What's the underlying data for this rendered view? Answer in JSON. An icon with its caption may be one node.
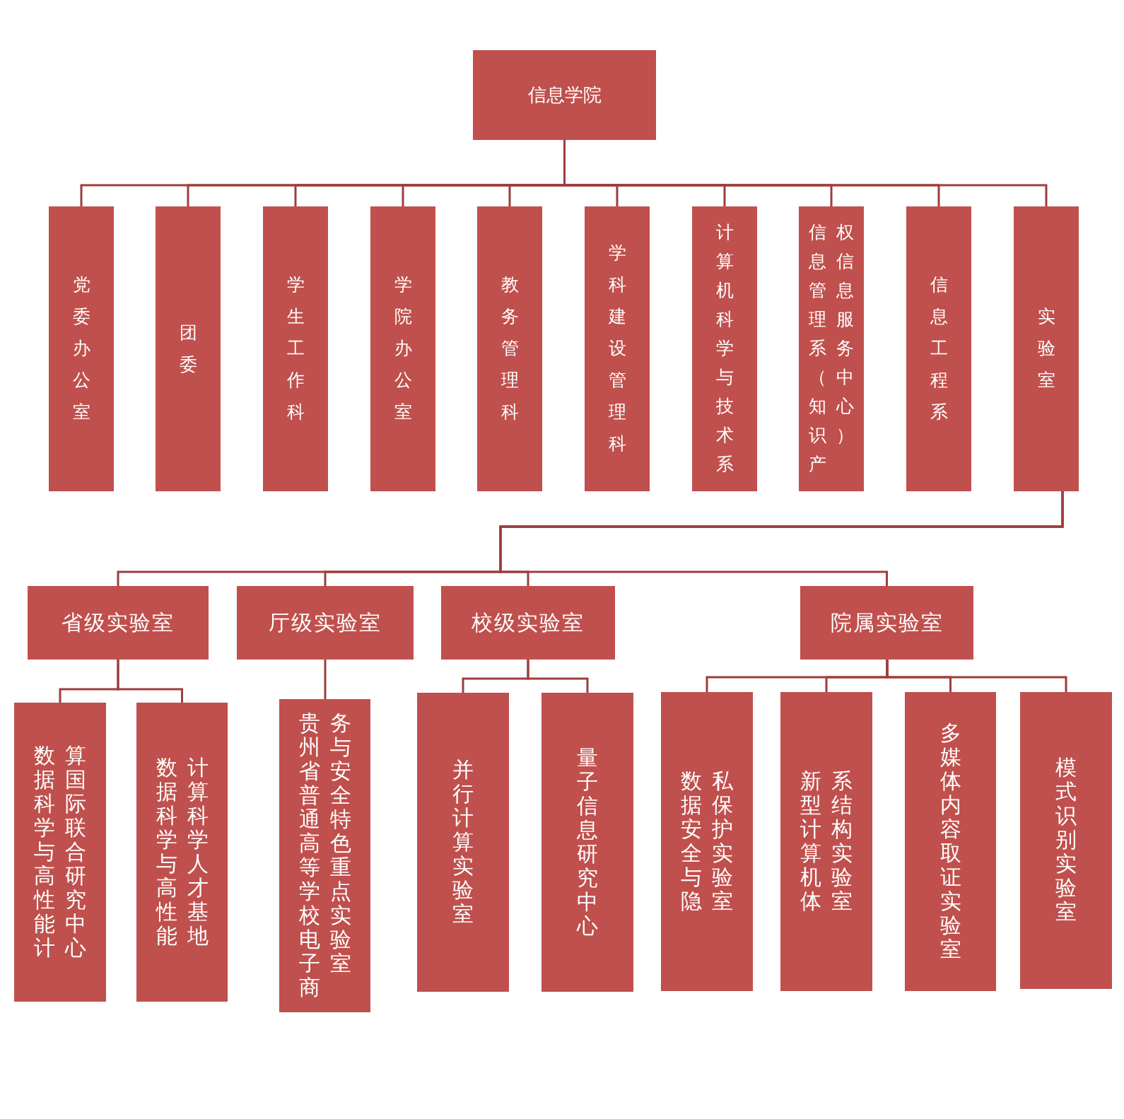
{
  "diagram": {
    "nodes": [
      {
        "text": [
          "信息学院"
        ]
      },
      {
        "text": [
          "党委办公室"
        ]
      },
      {
        "text": [
          "团委"
        ]
      },
      {
        "text": [
          "学生工作科"
        ]
      },
      {
        "text": [
          "学院办公室"
        ]
      },
      {
        "text": [
          "教务管理科"
        ]
      },
      {
        "text": [
          "学科建设管理科"
        ]
      },
      {
        "text": [
          "计算机科学与技术系"
        ]
      },
      {
        "text": [
          "信息管理系（知识产权信息服务中心）"
        ]
      },
      {
        "text": [
          "信息工程系"
        ]
      },
      {
        "text": [
          "实验室"
        ]
      },
      {
        "text": [
          "省级实验室"
        ]
      },
      {
        "text": [
          "厅级实验室"
        ]
      },
      {
        "text": [
          "校级实验室"
        ]
      },
      {
        "text": [
          "院属实验室"
        ]
      },
      {
        "text": [
          "数据科学与高性能计算国际联合研究中心"
        ]
      },
      {
        "text": [
          "数据科学与高性能计算科学人才基地"
        ]
      },
      {
        "text": [
          "贵州省普通高等学校电子商务与安全特色重点实验室"
        ]
      },
      {
        "text": [
          "并行计算实验室"
        ]
      },
      {
        "text": [
          "量子信息研究中心"
        ]
      },
      {
        "text": [
          "数据安全与隐私保护实验室"
        ]
      },
      {
        "text": [
          "新型计算机体系结构实验室"
        ]
      },
      {
        "text": [
          "多媒体内容取证实验室"
        ]
      },
      {
        "text": [
          "模式识别实验室"
        ]
      }
    ],
    "edges": [
      {
        "from": 0,
        "to": 1,
        "arrow": "none"
      },
      {
        "from": 0,
        "to": 2,
        "arrow": "none"
      },
      {
        "from": 0,
        "to": 3,
        "arrow": "none"
      },
      {
        "from": 0,
        "to": 4,
        "arrow": "none"
      },
      {
        "from": 0,
        "to": 5,
        "arrow": "none"
      },
      {
        "from": 0,
        "to": 6,
        "arrow": "none"
      },
      {
        "from": 0,
        "to": 7,
        "arrow": "none"
      },
      {
        "from": 0,
        "to": 8,
        "arrow": "none"
      },
      {
        "from": 0,
        "to": 9,
        "arrow": "none"
      },
      {
        "from": 0,
        "to": 10,
        "arrow": "none"
      },
      {
        "from": 10,
        "to": 11,
        "arrow": "none"
      },
      {
        "from": 10,
        "to": 12,
        "arrow": "none"
      },
      {
        "from": 10,
        "to": 13,
        "arrow": "none"
      },
      {
        "from": 10,
        "to": 14,
        "arrow": "none"
      },
      {
        "from": 11,
        "to": 15,
        "arrow": "none"
      },
      {
        "from": 11,
        "to": 16,
        "arrow": "none"
      },
      {
        "from": 12,
        "to": 17,
        "arrow": "none"
      },
      {
        "from": 13,
        "to": 18,
        "arrow": "none"
      },
      {
        "from": 13,
        "to": 19,
        "arrow": "none"
      },
      {
        "from": 14,
        "to": 20,
        "arrow": "none"
      },
      {
        "from": 14,
        "to": 21,
        "arrow": "none"
      },
      {
        "from": 14,
        "to": 22,
        "arrow": "none"
      },
      {
        "from": 14,
        "to": 23,
        "arrow": "none"
      }
    ]
  }
}
